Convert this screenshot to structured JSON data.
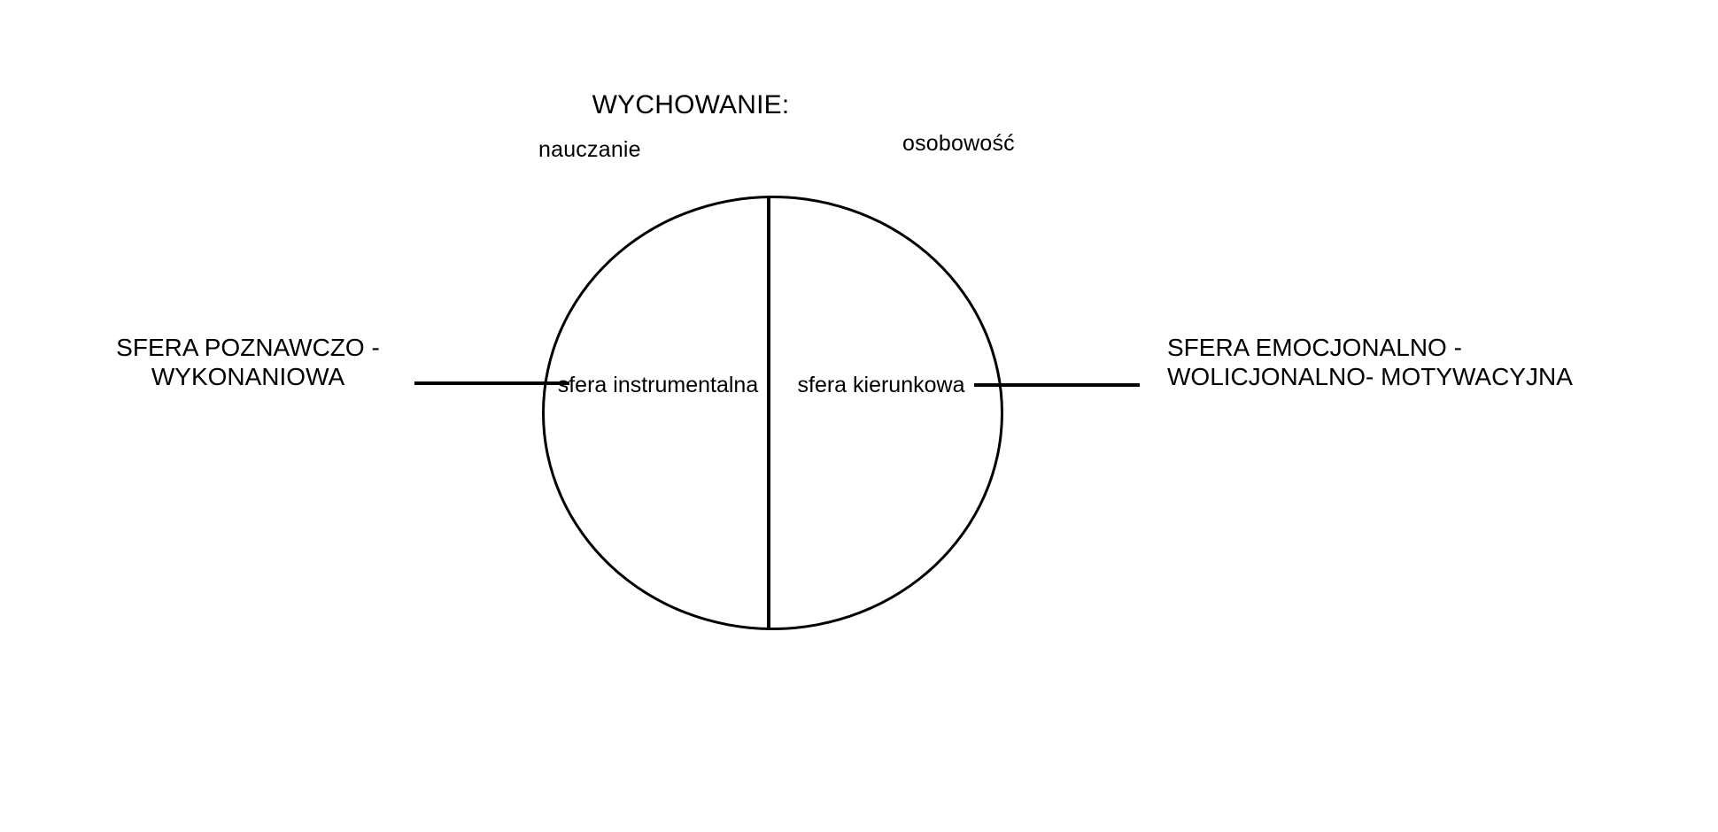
{
  "diagram": {
    "title": "WYCHOWANIE:",
    "subtitles": {
      "left": "nauczanie",
      "right": "osobowość"
    },
    "circle": {
      "left_half_label": "sfera\ninstrumentalna",
      "right_half_label": "sfera\nkierunkowa"
    },
    "side_labels": {
      "left": "SFERA POZNAWCZO -\nWYKONANIOWA",
      "right": "SFERA EMOCJONALNO -\nWOLICJONALNO- MOTYWACYJNA"
    },
    "colors": {
      "stroke": "#000000",
      "background": "#ffffff",
      "text": "#000000"
    }
  }
}
